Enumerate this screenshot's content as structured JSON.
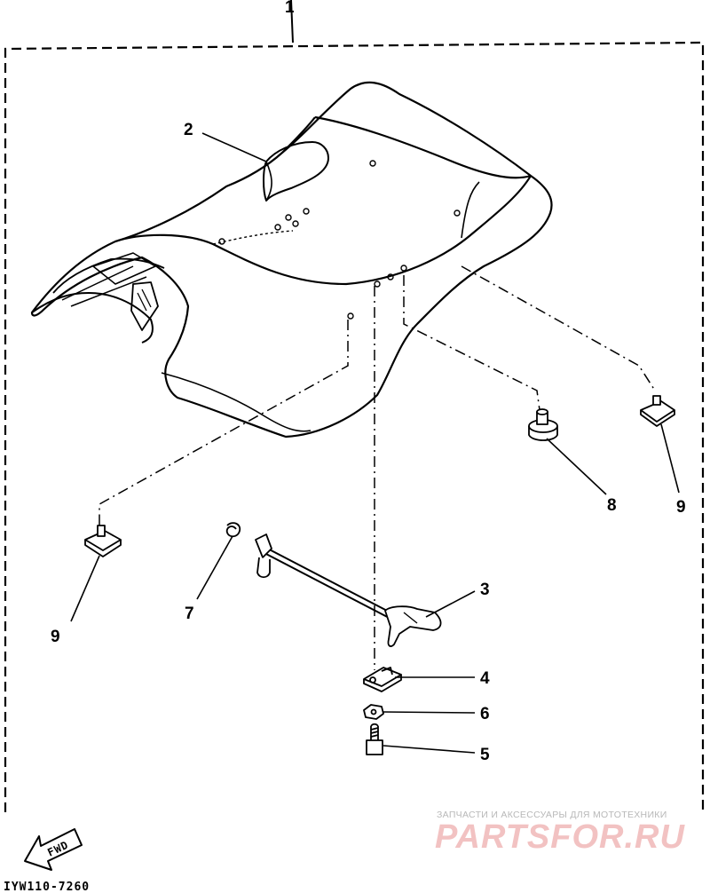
{
  "diagram": {
    "assembly_number": "1",
    "callouts": [
      {
        "key": "c2",
        "label": "2"
      },
      {
        "key": "c3",
        "label": "3"
      },
      {
        "key": "c4",
        "label": "4"
      },
      {
        "key": "c5",
        "label": "5"
      },
      {
        "key": "c6",
        "label": "6"
      },
      {
        "key": "c7",
        "label": "7"
      },
      {
        "key": "c8",
        "label": "8"
      },
      {
        "key": "c9r",
        "label": "9"
      },
      {
        "key": "c9l",
        "label": "9"
      }
    ],
    "fwd_arrow_label": "FWD",
    "reference_code": "IYW110-7260"
  },
  "watermark": {
    "tagline": "ЗАПЧАСТИ И АКСЕССУАРЫ ДЛЯ МОТОТЕХНИКИ",
    "logo": "PARTSFOR.RU",
    "logo_color": "#f2c2c2"
  },
  "colors": {
    "line": "#000000",
    "background": "#ffffff"
  }
}
